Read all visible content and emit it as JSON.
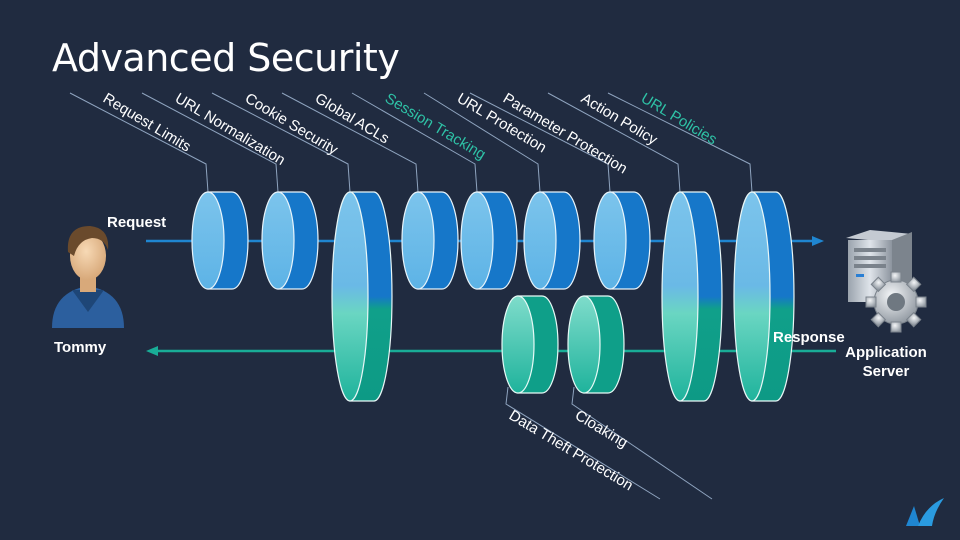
{
  "title": "Advanced Security",
  "labels": {
    "request": "Request",
    "response": "Response",
    "client": "Tommy",
    "server_line1": "Application",
    "server_line2": "Server"
  },
  "request_layers": [
    {
      "label": "Request Limits",
      "highlight": false
    },
    {
      "label": "URL Normalization",
      "highlight": false
    },
    {
      "label": "Cookie Security",
      "highlight": false
    },
    {
      "label": "Global ACLs",
      "highlight": false
    },
    {
      "label": "Session Tracking",
      "highlight": true
    },
    {
      "label": "URL Protection",
      "highlight": false
    },
    {
      "label": "Parameter Protection",
      "highlight": false
    },
    {
      "label": "Action Policy",
      "highlight": false
    },
    {
      "label": "URL Policies",
      "highlight": true
    }
  ],
  "response_layers": [
    {
      "label": "Data Theft Protection"
    },
    {
      "label": "Cloaking"
    }
  ],
  "colors": {
    "background": "#202b40",
    "request_arrow": "#1f86d1",
    "response_arrow": "#19ad97",
    "highlight_text": "#2ec2a6",
    "normal_text": "#ffffff"
  },
  "icons": [
    "user-icon",
    "server-icon",
    "gear-icon",
    "logo-icon"
  ]
}
